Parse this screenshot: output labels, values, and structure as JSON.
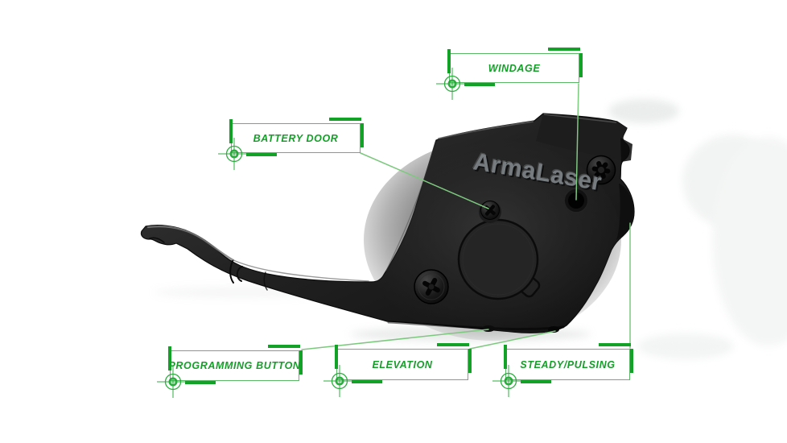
{
  "product": {
    "brand_logo": "ArmaLaser"
  },
  "callouts": {
    "windage": {
      "label": "WINDAGE",
      "icon": "crosshair-target"
    },
    "battery_door": {
      "label": "BATTERY DOOR",
      "icon": "crosshair-target"
    },
    "programming_button": {
      "label": "PROGRAMMING BUTTON",
      "icon": "crosshair-target"
    },
    "elevation": {
      "label": "ELEVATION",
      "icon": "crosshair-target"
    },
    "steady_pulsing": {
      "label": "STEADY/PULSING",
      "icon": "crosshair-target"
    }
  },
  "colors": {
    "annotation_green": "#17A42B",
    "annotation_bar_green": "#12A228",
    "leader_line_green": "#7DC87F",
    "device_black": "#1C1C1C",
    "logo_gray": "#757B7E",
    "background": "#FFFFFF"
  }
}
